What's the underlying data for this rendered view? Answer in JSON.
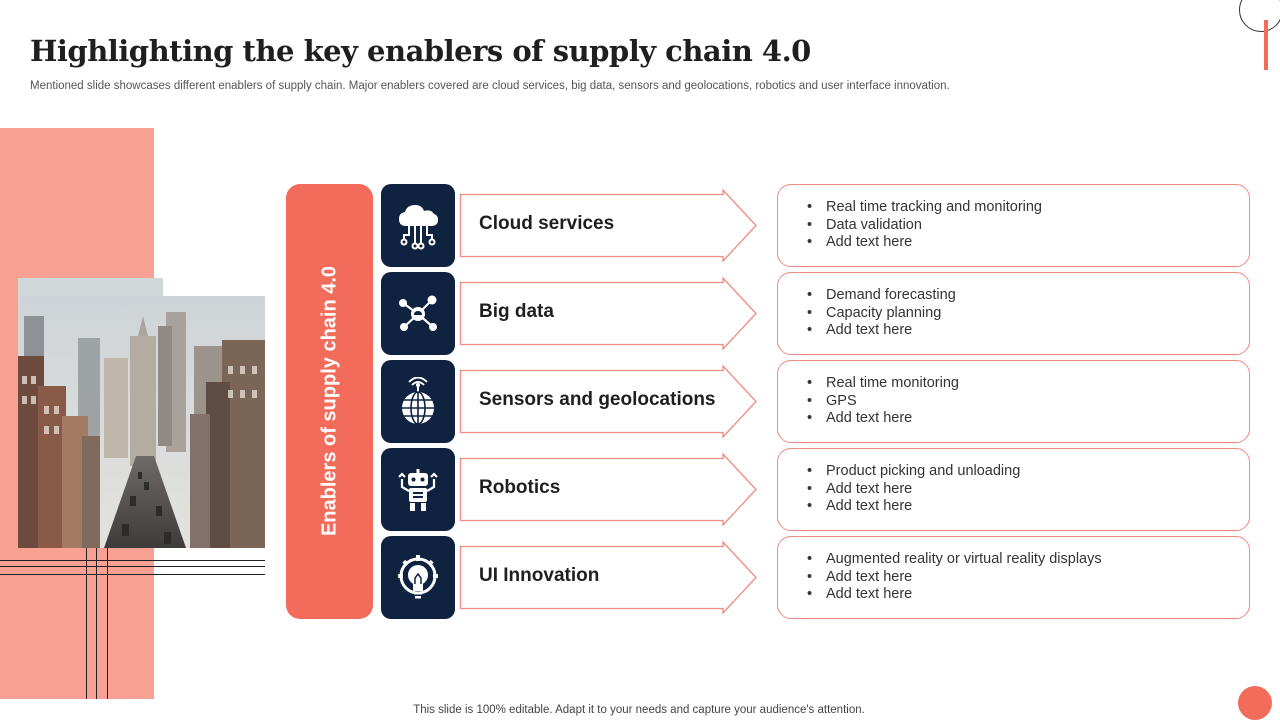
{
  "slide": {
    "title": "Highlighting the key enablers of supply chain 4.0",
    "subtitle": "Mentioned slide showcases different enablers of supply chain. Major enablers covered are cloud services, big data, sensors and geolocations, robotics and user interface innovation.",
    "footer": "This slide is 100% editable. Adapt it to your needs and capture your audience's attention.",
    "side_label": "Enablers of supply chain 4.0"
  },
  "colors": {
    "accent": "#f26b5b",
    "accent_light": "#f8a192",
    "icon_bg": "#0f2340",
    "border": "#f08a7c"
  },
  "enablers": [
    {
      "label": "Cloud services",
      "icon": "cloud-network-icon",
      "points": [
        "Real time tracking and monitoring",
        "Data validation",
        "Add text here"
      ]
    },
    {
      "label": "Big data",
      "icon": "network-nodes-icon",
      "points": [
        "Demand forecasting",
        "Capacity planning",
        "Add text here"
      ]
    },
    {
      "label": "Sensors and geolocations",
      "icon": "globe-signal-icon",
      "points": [
        "Real time monitoring",
        "GPS",
        "Add text here"
      ]
    },
    {
      "label": "Robotics",
      "icon": "robot-icon",
      "points": [
        "Product picking and unloading",
        "Add text here",
        "Add text here"
      ]
    },
    {
      "label": "UI Innovation",
      "icon": "lightbulb-gear-icon",
      "points": [
        "Augmented reality or virtual reality displays",
        "Add text here",
        "Add text here"
      ]
    }
  ]
}
